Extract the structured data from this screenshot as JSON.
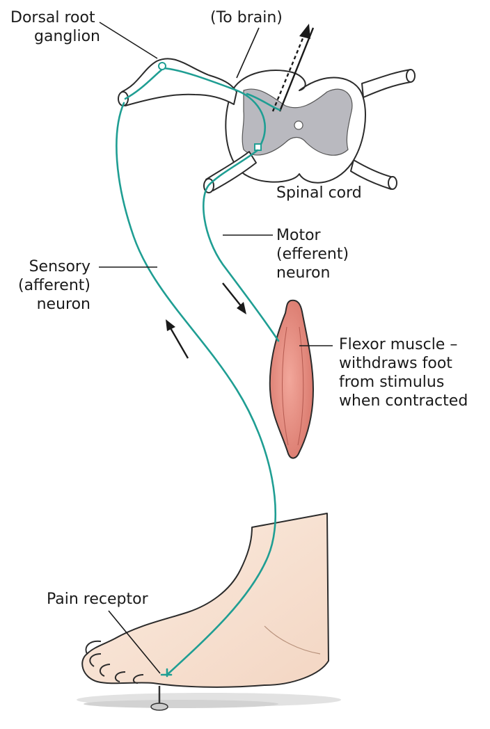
{
  "labels": {
    "dorsal_root_ganglion": [
      "Dorsal root",
      "ganglion"
    ],
    "to_brain": "(To brain)",
    "spinal_cord": "Spinal cord",
    "motor_neuron": [
      "Motor",
      "(efferent)",
      "neuron"
    ],
    "sensory_neuron": [
      "Sensory",
      "(afferent)",
      "neuron"
    ],
    "flexor_muscle": [
      "Flexor muscle –",
      "withdraws foot",
      "from stimulus",
      "when contracted"
    ],
    "pain_receptor": "Pain receptor"
  },
  "colors": {
    "nerve": "#1f9e93",
    "gray_matter": "#b9b9bf",
    "muscle": "#e98f82",
    "skin": "#f8e2d2",
    "outline": "#2b2b2b"
  }
}
